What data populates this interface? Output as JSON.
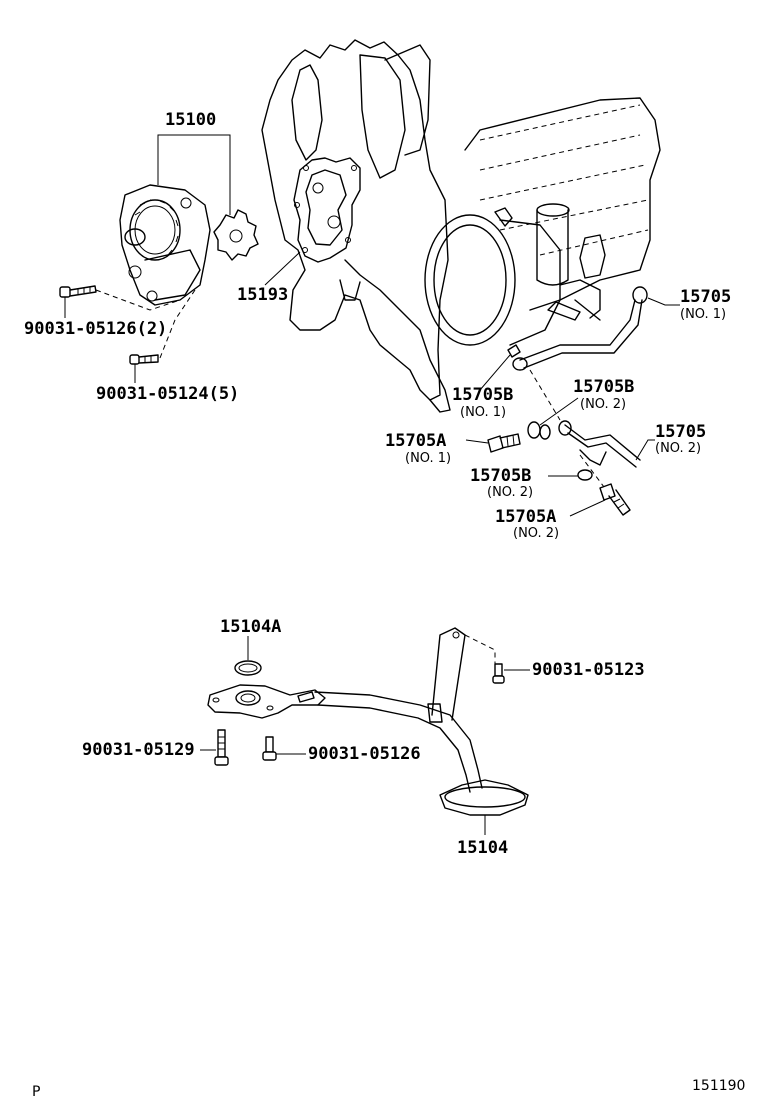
{
  "labels": {
    "p15100": "15100",
    "p15193": "15193",
    "p15705_1": "15705",
    "p15705_1_sub": "(NO. 1)",
    "p15705B_1": "15705B",
    "p15705B_1_sub": "(NO. 1)",
    "p15705B_2a": "15705B",
    "p15705B_2a_sub": "(NO. 2)",
    "p15705_2": "15705",
    "p15705_2_sub": "(NO. 2)",
    "p15705A_1": "15705A",
    "p15705A_1_sub": "(NO. 1)",
    "p15705B_2b": "15705B",
    "p15705B_2b_sub": "(NO. 2)",
    "p15705A_2": "15705A",
    "p15705A_2_sub": "(NO. 2)",
    "bolt_05126_2": "90031-05126(2)",
    "bolt_05124_5": "90031-05124(5)",
    "p15104A": "15104A",
    "bolt_05123": "90031-05123",
    "bolt_05129": "90031-05129",
    "bolt_05126": "90031-05126",
    "p15104": "15104"
  },
  "footer": {
    "left_code": "P",
    "right_code": "151190"
  }
}
